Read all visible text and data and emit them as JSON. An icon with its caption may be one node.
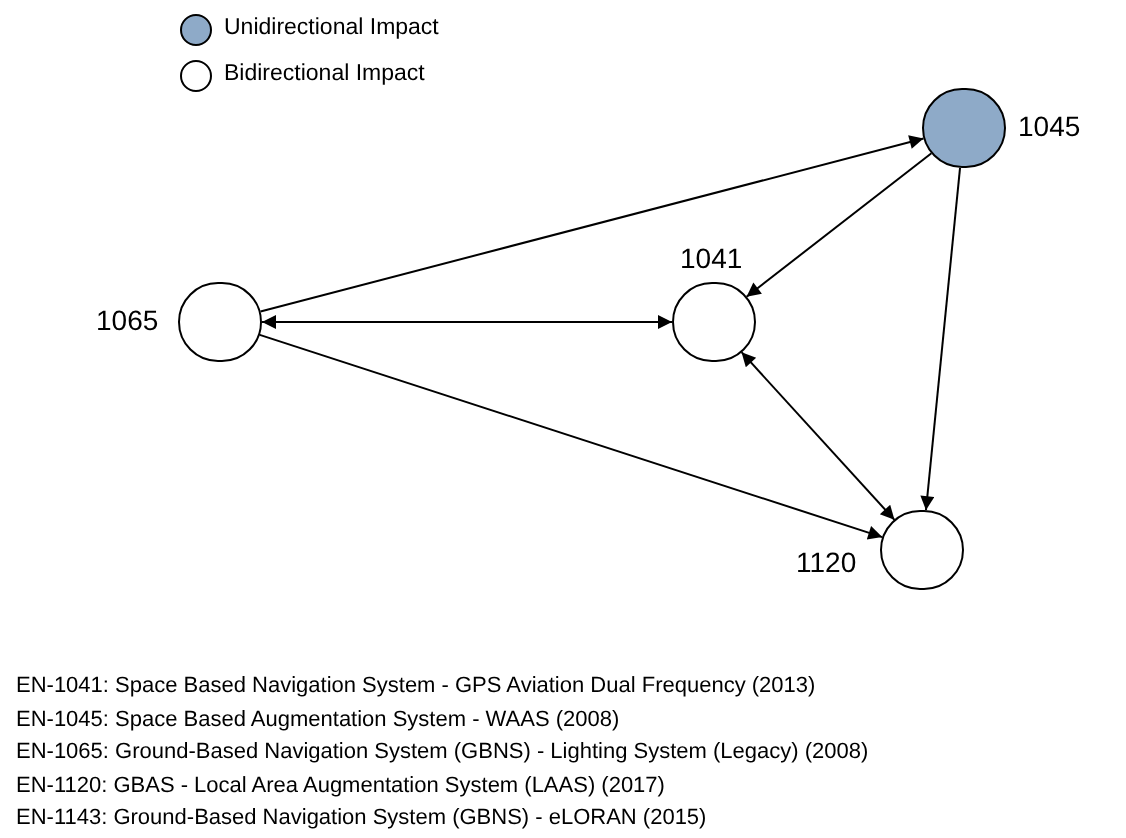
{
  "diagram": {
    "nodes": [
      {
        "text": [],
        "shape": "circle",
        "beside": [
          "1045"
        ]
      },
      {
        "text": [],
        "shape": "circle",
        "beside": [
          "1065"
        ]
      },
      {
        "text": [],
        "shape": "circle",
        "beside": [
          "1041"
        ]
      },
      {
        "text": [],
        "shape": "circle",
        "beside": [
          "1120"
        ]
      }
    ],
    "edges": [
      {
        "from": 1,
        "to": 0,
        "arrow": "to"
      },
      {
        "from": 0,
        "to": 2,
        "arrow": "to"
      },
      {
        "from": 0,
        "to": 3,
        "arrow": "to"
      },
      {
        "from": 1,
        "to": 2,
        "arrow": "both"
      },
      {
        "from": 1,
        "to": 3,
        "arrow": "to"
      },
      {
        "from": 2,
        "to": 3,
        "arrow": "both"
      }
    ],
    "labels": [
      "EN-1041: Space Based Navigation System - GPS Aviation Dual Frequency (2013)",
      "EN-1045: Space Based Augmentation System - WAAS (2008)",
      "EN-1065: Ground-Based Navigation System (GBNS) - Lighting System (Legacy) (2008)",
      "EN-1120: GBAS - Local Area Augmentation System (LAAS) (2017)",
      "EN-1143: Ground-Based Navigation System (GBNS) - eLORAN (2015)"
    ],
    "legend": [
      {
        "text": "Unidirectional Impact",
        "color": "#8eaac8"
      },
      {
        "text": "Bidirectional Impact",
        "color": "#ffffff"
      }
    ]
  }
}
